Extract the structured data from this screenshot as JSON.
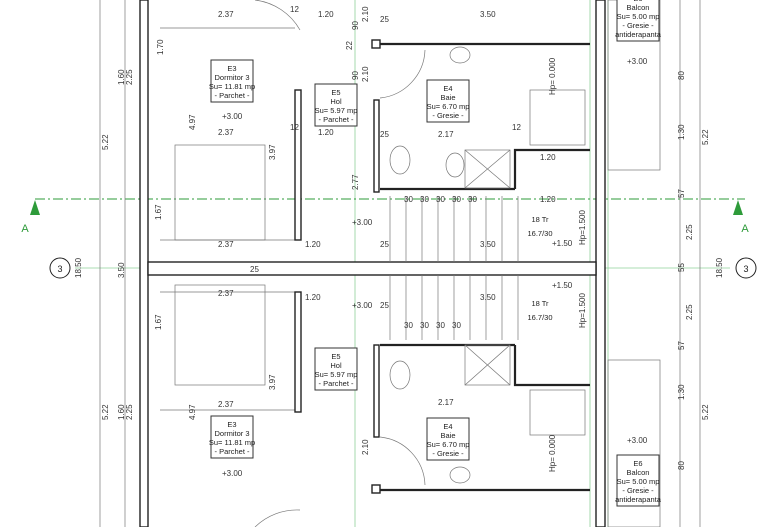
{
  "section_marker": "A",
  "axis_label": "3",
  "rooms": [
    {
      "id": "E3",
      "name": "Dormitor 3",
      "area": "Su= 11.81 mp",
      "finish": "- Parchet -"
    },
    {
      "id": "E5",
      "name": "Hol",
      "area": "Su= 5.97 mp",
      "finish": "- Parchet -"
    },
    {
      "id": "E4",
      "name": "Baie",
      "area": "Su= 6.70 mp",
      "finish": "- Gresie -"
    },
    {
      "id": "E6",
      "name": "Balcon",
      "area": "Su= 5.00 mp",
      "finish": "- Gresie -",
      "finish2": "antiderapanta"
    }
  ],
  "stairs": {
    "steps": "18 Tr",
    "ratio": "16.7/30",
    "height": "Hp=1.500"
  },
  "levels": [
    "+3.00",
    "+1.50"
  ],
  "sill": "Hp= 0.000",
  "dimensions": [
    "2.37",
    "1.20",
    "3.50",
    "2.10",
    "90",
    "12",
    "25",
    "22",
    "4.97",
    "3.97",
    "2.17",
    "1.67",
    "2.77",
    "30",
    "18.50",
    "3.50",
    "5.22",
    "1.60",
    "2.25",
    "1.30",
    "80",
    "57",
    "55",
    "1.70"
  ]
}
